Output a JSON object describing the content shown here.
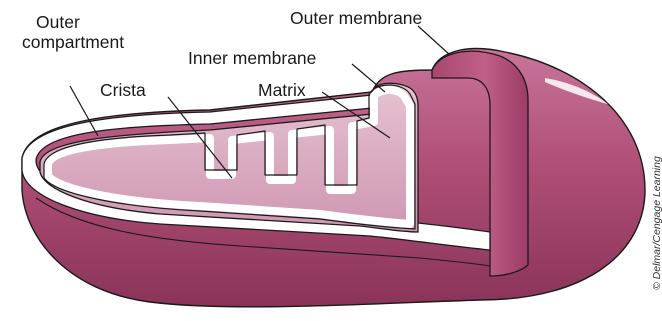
{
  "labels": {
    "outer_compartment": [
      "Outer",
      "compartment"
    ],
    "crista": "Crista",
    "inner_membrane": "Inner membrane",
    "matrix": "Matrix",
    "outer_membrane": "Outer membrane"
  },
  "credit": "© Delmar/Cengage Learning",
  "colors": {
    "body": "#b04f77",
    "body_dark": "#7f2c50",
    "cut_face": "#c25f86",
    "matrix_fill": "#d9a9bf",
    "membrane": "#ffffff",
    "outline": "#1a1a1a"
  }
}
